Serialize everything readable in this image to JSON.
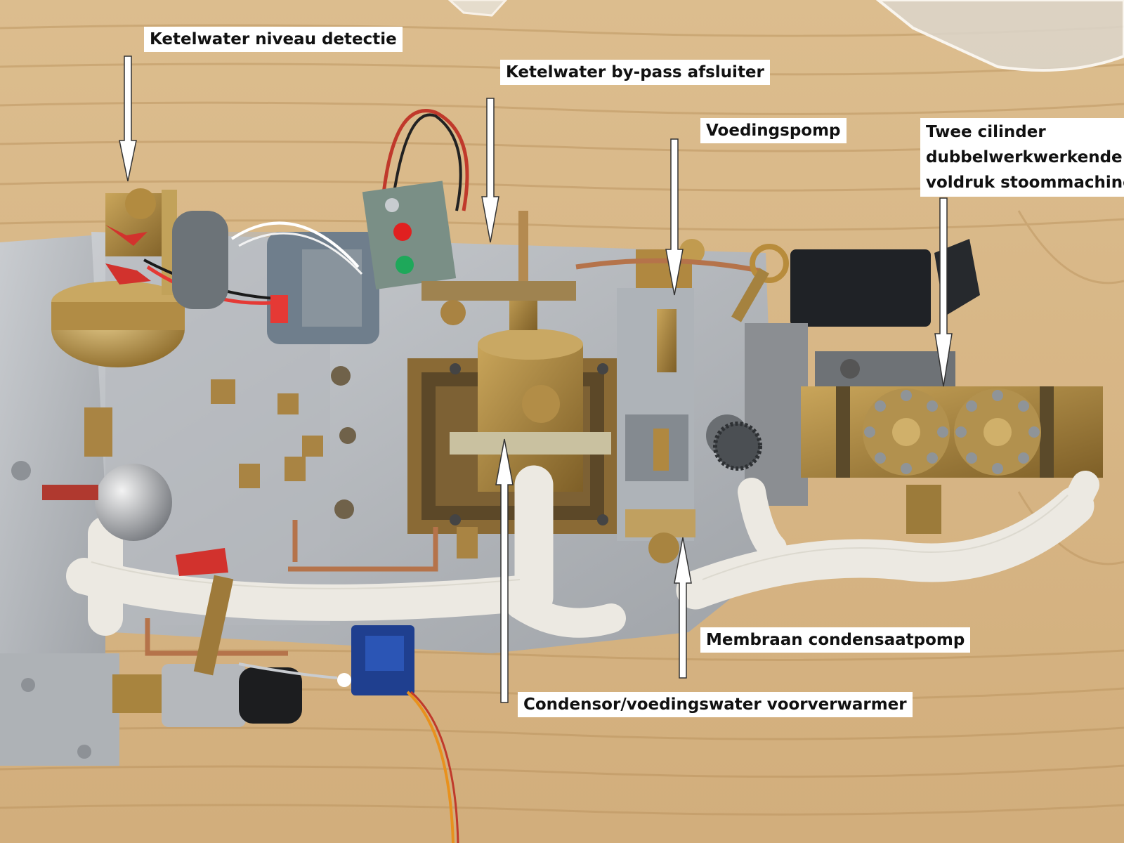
{
  "photo": {
    "subject": "model steam engine installation on wooden board",
    "colors": {
      "wood": "#d9b98a",
      "wood_grain": "#b8905a",
      "aluminium": "#b9bcc0",
      "brass": "#b08a3c",
      "insulation": "#ece9e2",
      "label_bg": "#ffffff",
      "arrow": "#ffffff"
    }
  },
  "labels": {
    "level_detection": "Ketelwater niveau detectie",
    "bypass_valve": "Ketelwater by-pass afsluiter",
    "feed_pump": "Voedingspomp",
    "engine": [
      "Twee cilinder",
      "dubbelwerkwerkende",
      "voldruk stoommachine"
    ],
    "condensate_pump": "Membraan condensaatpomp",
    "condenser": "Condensor/voedingswater voorverwarmer"
  }
}
